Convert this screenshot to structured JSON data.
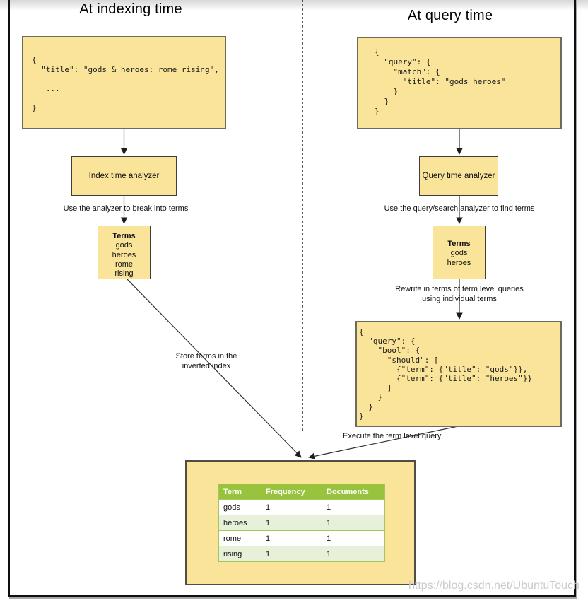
{
  "page": {
    "watermark": "https://blog.csdn.net/UbuntuTouch"
  },
  "indexing": {
    "title": "At indexing time",
    "doc_json": "{\n  \"title\": \"gods & heroes: rome rising\",\n\n   ...\n\n}",
    "analyzer_label": "Index time analyzer",
    "analyzer_note": "Use the analyzer to break into terms",
    "terms_title": "Terms",
    "terms": [
      "gods",
      "heroes",
      "rome",
      "rising"
    ],
    "store_note_line1": "Store terms in the",
    "store_note_line2": "inverted index"
  },
  "query": {
    "title": "At query time",
    "query_json": "{\n  \"query\": {\n    \"match\": {\n      \"title\": \"gods heroes\"\n    }\n  }\n}",
    "analyzer_label": "Query time analyzer",
    "analyzer_note": "Use the query/search analyzer to find terms",
    "terms_title": "Terms",
    "terms": [
      "gods",
      "heroes"
    ],
    "rewrite_note_line1": "Rewrite in terms of term level queries",
    "rewrite_note_line2": "using individual terms",
    "rewritten_json": "{\n  \"query\": {\n    \"bool\": {\n      \"should\": [\n        {\"term\": {\"title\": \"gods\"}},\n        {\"term\": {\"title\": \"heroes\"}}\n      ]\n    }\n  }\n}",
    "execute_note": "Execute the term level query"
  },
  "inverted_index": {
    "columns": [
      "Term",
      "Frequency",
      "Documents"
    ],
    "rows": [
      [
        "gods",
        "1",
        "1"
      ],
      [
        "heroes",
        "1",
        "1"
      ],
      [
        "rome",
        "1",
        "1"
      ],
      [
        "rising",
        "1",
        "1"
      ]
    ]
  },
  "colors": {
    "box-fill": "#FAE49A",
    "table-header": "#99C23D",
    "table-alt-row": "#E7F1DA",
    "table-border": "#A3C75C"
  }
}
